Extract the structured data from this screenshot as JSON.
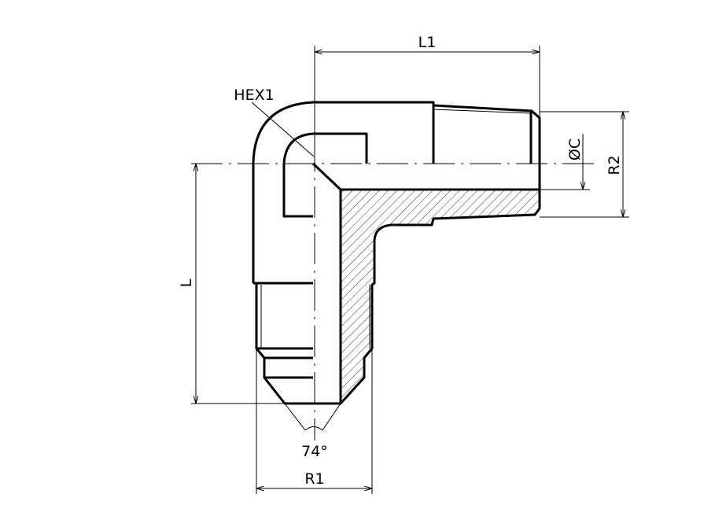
{
  "drawing": {
    "title": "90° elbow fitting, 74° flare x tapered thread",
    "labels": {
      "hex": "HEX1",
      "l1": "L1",
      "l": "L",
      "r1": "R1",
      "r2": "R2",
      "bore": "ØC",
      "angle": "74°"
    },
    "colors": {
      "line": "#000000",
      "background": "#ffffff"
    }
  }
}
